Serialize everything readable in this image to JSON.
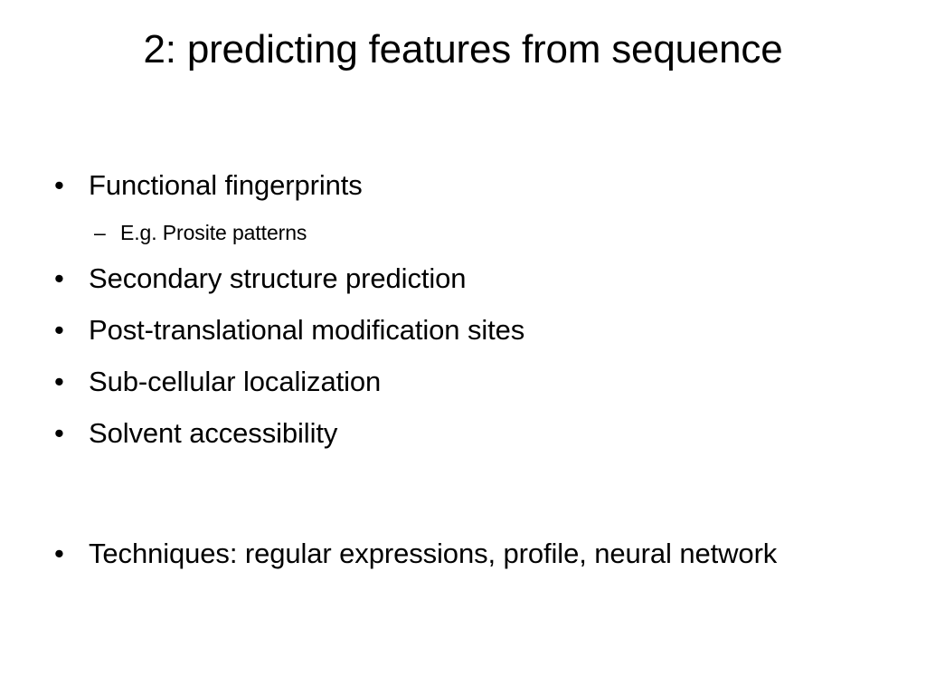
{
  "slide": {
    "title": "2: predicting features from sequence",
    "background_color": "#ffffff",
    "text_color": "#000000",
    "bullet_marker": "•",
    "subbullet_marker": "–",
    "content": [
      {
        "level": 1,
        "text": "Functional fingerprints"
      },
      {
        "level": 2,
        "text": "E.g. Prosite patterns"
      },
      {
        "level": 1,
        "text": "Secondary structure prediction"
      },
      {
        "level": 1,
        "text": "Post-translational modification sites"
      },
      {
        "level": 1,
        "text": "Sub-cellular localization"
      },
      {
        "level": 1,
        "text": "Solvent accessibility"
      },
      {
        "level": 0,
        "text": ""
      },
      {
        "level": 1,
        "text": "Techniques: regular expressions, profile, neural network"
      }
    ]
  }
}
